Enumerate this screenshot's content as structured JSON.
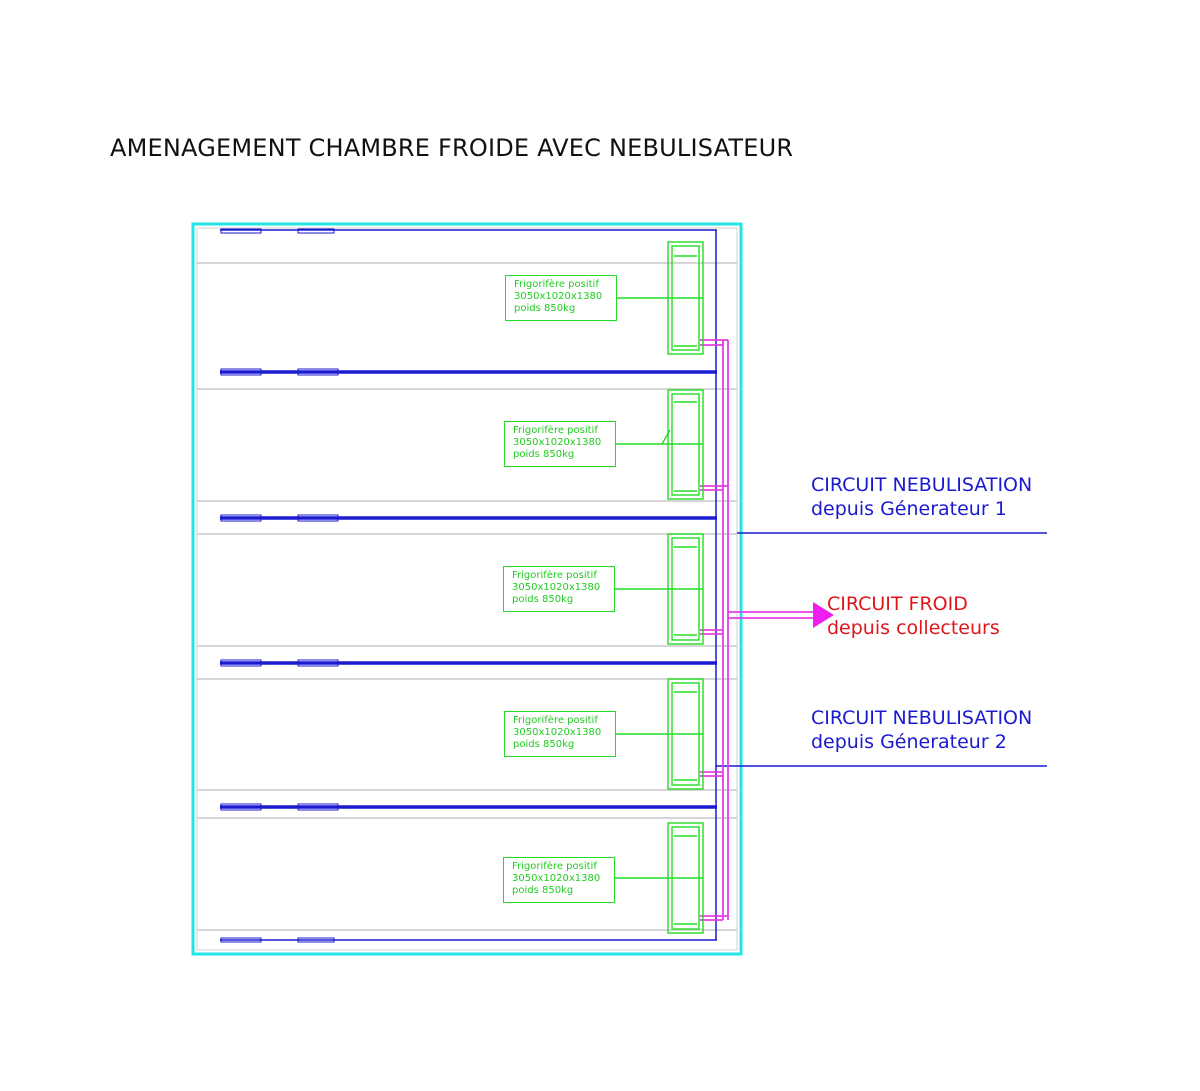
{
  "title": "AMENAGEMENT CHAMBRE FROIDE AVEC NEBULISATEUR",
  "units": [
    {
      "line1": "Frigorifère positif",
      "line2": "3050x1020x1380",
      "line3": "poids 850kg"
    },
    {
      "line1": "Frigorifère positif",
      "line2": "3050x1020x1380",
      "line3": "poids 850kg"
    },
    {
      "line1": "Frigorifère positif",
      "line2": "3050x1020x1380",
      "line3": "poids 850kg"
    },
    {
      "line1": "Frigorifère positif",
      "line2": "3050x1020x1380",
      "line3": "poids 850kg"
    },
    {
      "line1": "Frigorifère positif",
      "line2": "3050x1020x1380",
      "line3": "poids 850kg"
    }
  ],
  "callouts": {
    "nebulisation_1": {
      "line1": "CIRCUIT NEBULISATION",
      "line2": "depuis Génerateur 1"
    },
    "froid": {
      "line1": "CIRCUIT FROID",
      "line2": "depuis collecteurs"
    },
    "nebulisation_2": {
      "line1": "CIRCUIT NEBULISATION",
      "line2": "depuis Génerateur 2"
    }
  },
  "colors": {
    "wall": "#22e5e5",
    "nebulisation": "#1a1ad0",
    "froid": "#e63be6",
    "froid_text": "#e0161b",
    "unit": "#22dd22",
    "partition": "#c8c8c8"
  }
}
